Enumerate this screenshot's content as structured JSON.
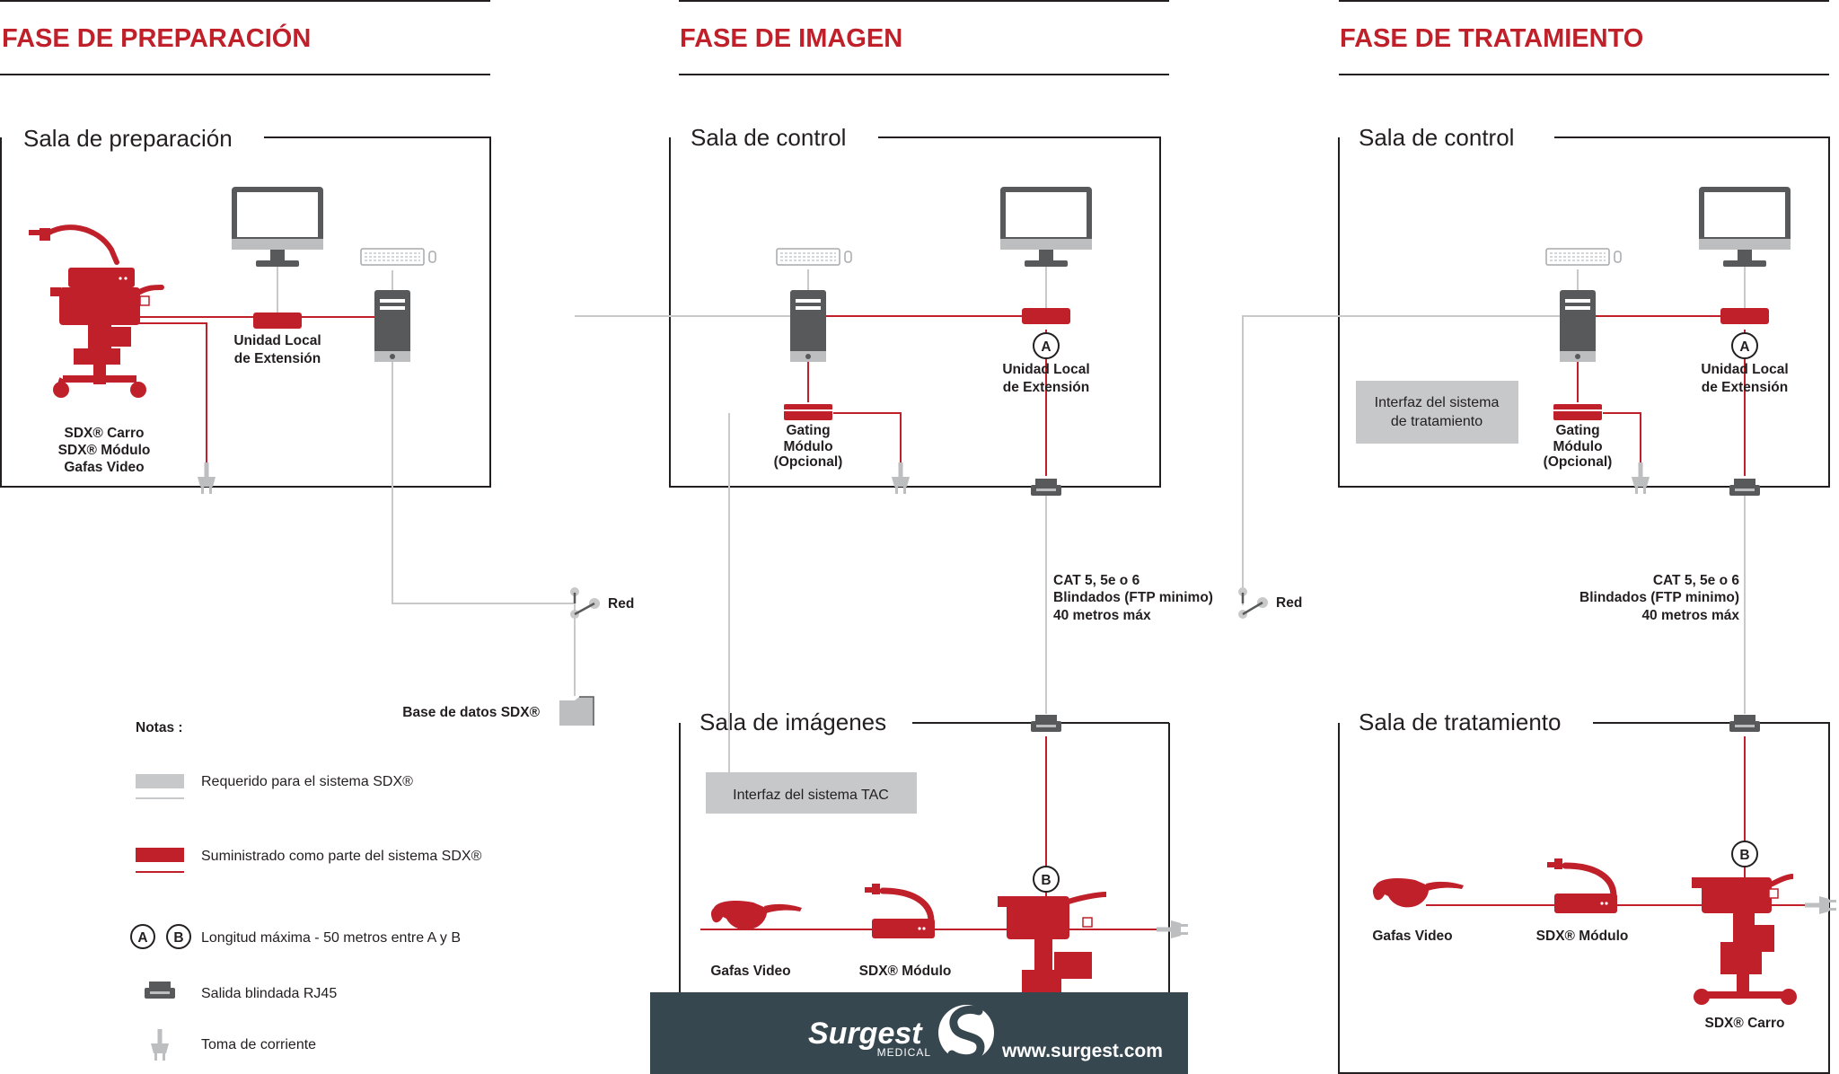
{
  "phases": {
    "preparation": "FASE DE PREPARACIÓN",
    "imaging": "FASE DE IMAGEN",
    "treatment": "FASE DE TRATAMIENTO"
  },
  "rooms": {
    "prep_room": "Sala de preparación",
    "control_room_imaging": "Sala de control",
    "control_room_treatment": "Sala de control",
    "imaging_room": "Sala de imágenes",
    "treatment_room": "Sala de tratamiento"
  },
  "labels": {
    "local_unit_line1": "Unidad Local",
    "local_unit_line2": "de Extensión",
    "gating_line1": "Gating",
    "gating_line2": "Módulo",
    "gating_line3": "(Opcional)",
    "sdx_cart": "SDX® Carro",
    "sdx_module": "SDX® Módulo",
    "video_glasses": "Gafas Video",
    "network": "Red",
    "database": "Base de datos SDX®",
    "cable_line1": "CAT 5, 5e o 6",
    "cable_line2": "Blindados (FTP minimo)",
    "cable_line3": "40 metros máx",
    "tac_interface": "Interfaz del sistema TAC",
    "treatment_interface_line1": "Interfaz del sistema",
    "treatment_interface_line2": "de tratamiento",
    "marker_a": "A",
    "marker_b": "B"
  },
  "notes": {
    "title": "Notas :",
    "required": "Requerido para el sistema SDX®",
    "supplied": "Suministrado como parte del sistema SDX®",
    "max_length": "Longitud máxima - 50 metros entre A y B",
    "rj45": "Salida blindada RJ45",
    "power": "Toma de corriente"
  },
  "banner": {
    "brand": "Surgest",
    "brand_sub": "MEDICAL",
    "url": "www.surgest.com"
  },
  "colors": {
    "accent_red": "#c0202a",
    "line_gray": "#c9c9c9",
    "dark_gray": "#58595b",
    "banner_bg": "#37474f"
  }
}
